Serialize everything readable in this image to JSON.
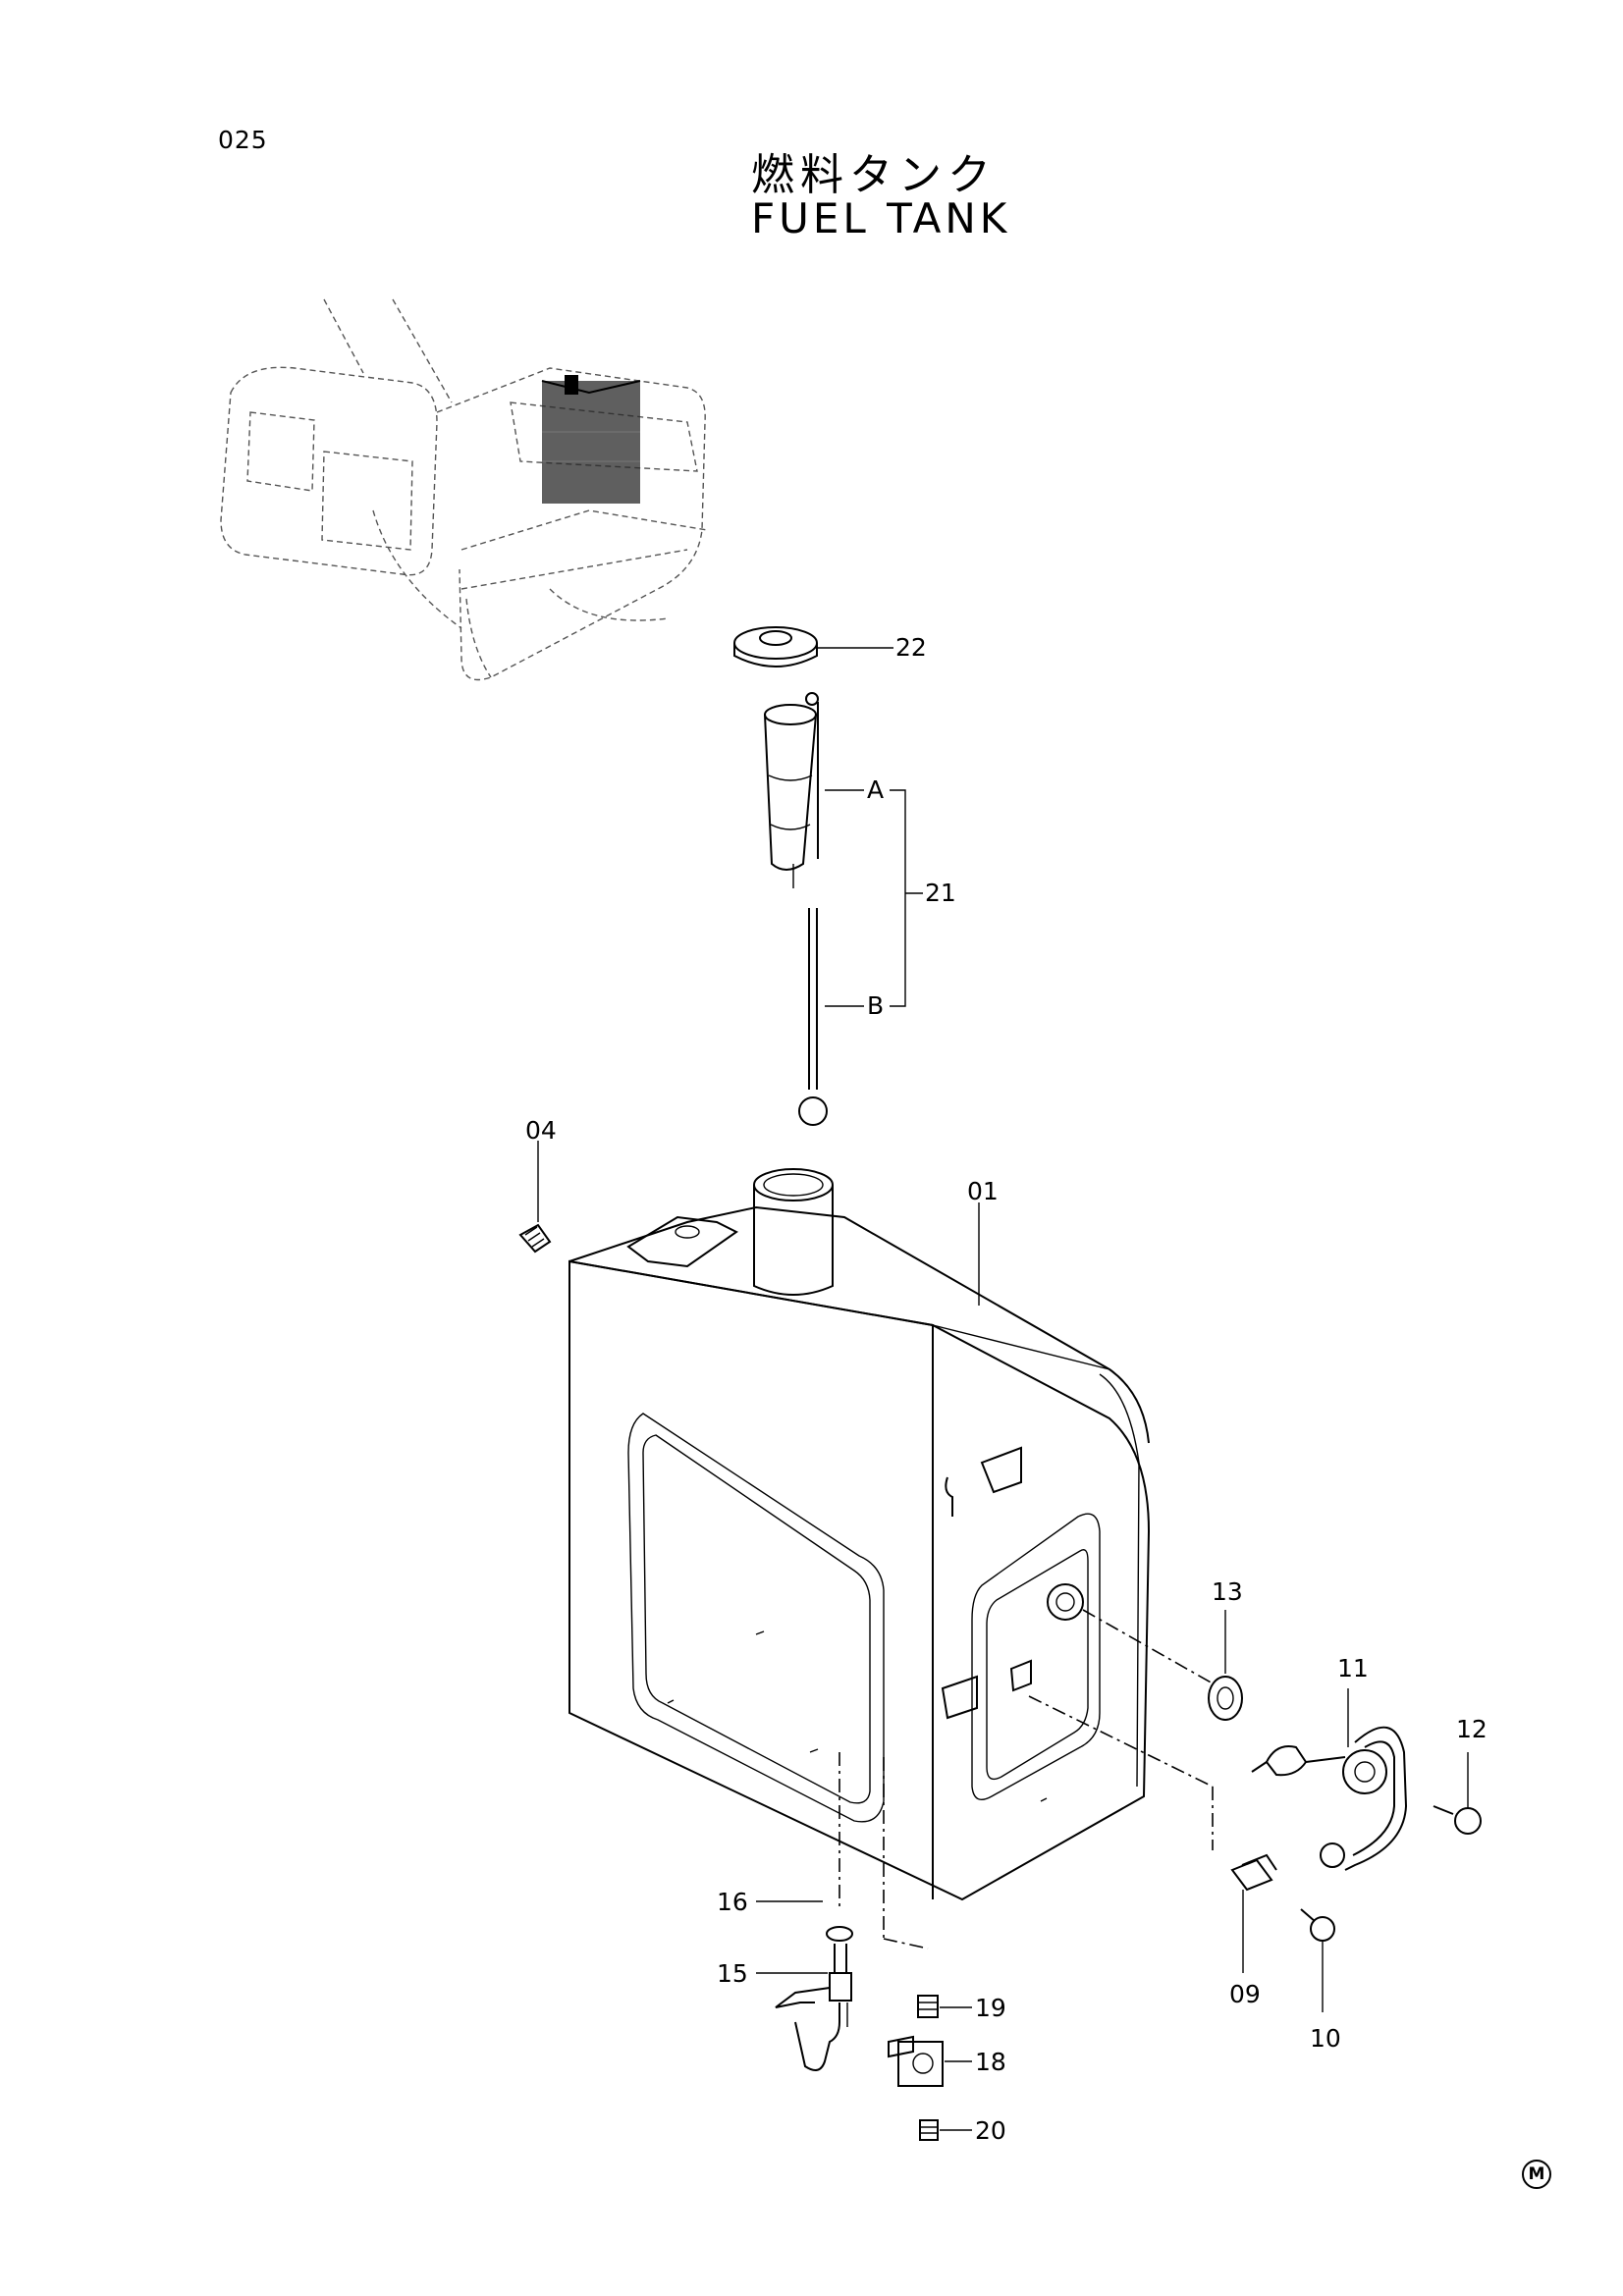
{
  "header": {
    "page_number": "025",
    "title_jp": "燃料タンク",
    "title_en": "FUEL TANK"
  },
  "callouts": {
    "p01": "01",
    "p04": "04",
    "p09": "09",
    "p10": "10",
    "p11": "11",
    "p12": "12",
    "p13": "13",
    "p15": "15",
    "p16": "16",
    "p18": "18",
    "p19": "19",
    "p20": "20",
    "p21": "21",
    "p22": "22",
    "a": "A",
    "b": "B"
  },
  "footer": {
    "mark": "M"
  }
}
